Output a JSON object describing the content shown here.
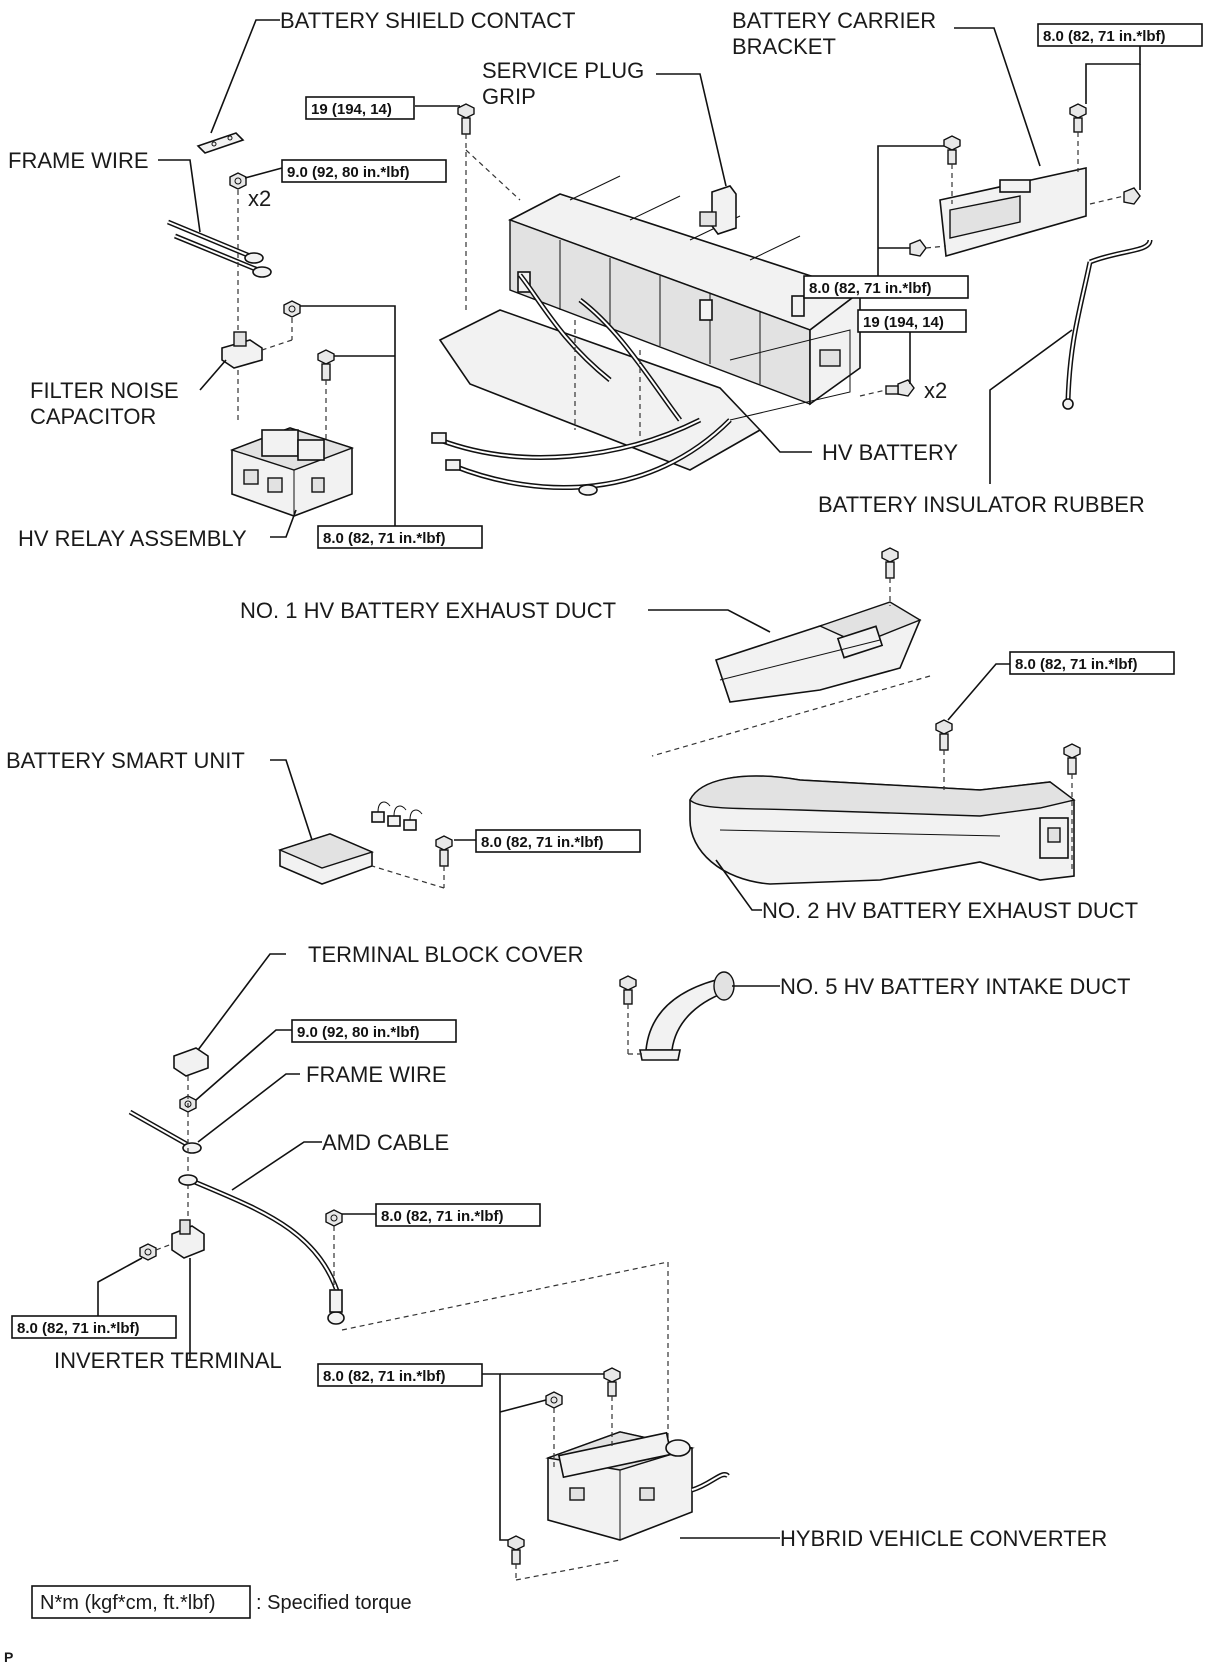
{
  "labels": {
    "battery_shield_contact": "BATTERY SHIELD CONTACT",
    "frame_wire_top": "FRAME WIRE",
    "service_plug_grip_1": "SERVICE PLUG",
    "service_plug_grip_2": "GRIP",
    "battery_carrier_bracket_1": "BATTERY CARRIER",
    "battery_carrier_bracket_2": "BRACKET",
    "filter_noise_capacitor_1": "FILTER NOISE",
    "filter_noise_capacitor_2": "CAPACITOR",
    "hv_battery": "HV BATTERY",
    "battery_insulator_rubber": "BATTERY INSULATOR RUBBER",
    "hv_relay_assembly": "HV RELAY ASSEMBLY",
    "no1_exhaust_duct": "NO. 1 HV BATTERY EXHAUST DUCT",
    "battery_smart_unit": "BATTERY SMART UNIT",
    "no2_exhaust_duct": "NO. 2 HV BATTERY EXHAUST DUCT",
    "terminal_block_cover": "TERMINAL BLOCK COVER",
    "no5_intake_duct": "NO. 5 HV BATTERY INTAKE DUCT",
    "frame_wire_bottom": "FRAME WIRE",
    "amd_cable": "AMD CABLE",
    "inverter_terminal": "INVERTER TERMINAL",
    "hybrid_vehicle_converter": "HYBRID VEHICLE CONVERTER"
  },
  "quantities": {
    "x2_frame_wire": "x2",
    "x2_hv_battery": "x2"
  },
  "torques": {
    "t19_top": "19 (194, 14)",
    "t9_top": "9.0 (92, 80 in.*lbf)",
    "t8_bracket_top": "8.0 (82, 71 in.*lbf)",
    "t8_bracket_left": "8.0 (82, 71 in.*lbf)",
    "t19_right": "19 (194, 14)",
    "t8_relay": "8.0 (82, 71 in.*lbf)",
    "t8_no2_duct": "8.0 (82, 71 in.*lbf)",
    "t8_smart_unit": "8.0 (82, 71 in.*lbf)",
    "t9_frame_wire": "9.0 (92, 80 in.*lbf)",
    "t8_amd": "8.0 (82, 71 in.*lbf)",
    "t8_inverter": "8.0 (82, 71 in.*lbf)",
    "t8_converter": "8.0 (82, 71 in.*lbf)"
  },
  "legend": {
    "symbol": "N*m (kgf*cm, ft.*lbf)",
    "text": ": Specified torque"
  },
  "corner_mark": "P"
}
